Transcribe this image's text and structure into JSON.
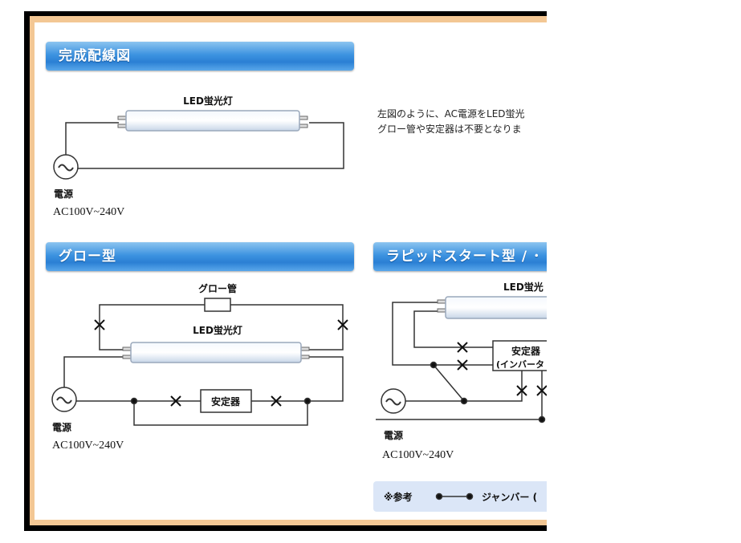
{
  "sections": {
    "complete": {
      "title": "完成配線図",
      "tube_label": "LED蛍光灯",
      "power_label": "電源",
      "voltage": "AC100V~240V"
    },
    "glow": {
      "title": "グロー型",
      "glow_label": "グロー管",
      "tube_label": "LED蛍光灯",
      "ballast_label": "安定器",
      "power_label": "電源",
      "voltage": "AC100V~240V"
    },
    "rapid": {
      "title": "ラピッドスタート型 / ･",
      "tube_label": "LED蛍光",
      "ballast_label": "安定器",
      "ballast_sub": "(インバータ",
      "power_label": "電源",
      "voltage": "AC100V~240V"
    }
  },
  "description": [
    "左図のように、AC電源をLED蛍光",
    "グロー管や安定器は不要となりま"
  ],
  "reference": {
    "label": "※参考",
    "jumper_label": "ジャンバー ("
  },
  "colors": {
    "header_blue": "#2a7fd4",
    "frame_tan": "#f3c794",
    "reference_bg": "#dbe6f7"
  }
}
